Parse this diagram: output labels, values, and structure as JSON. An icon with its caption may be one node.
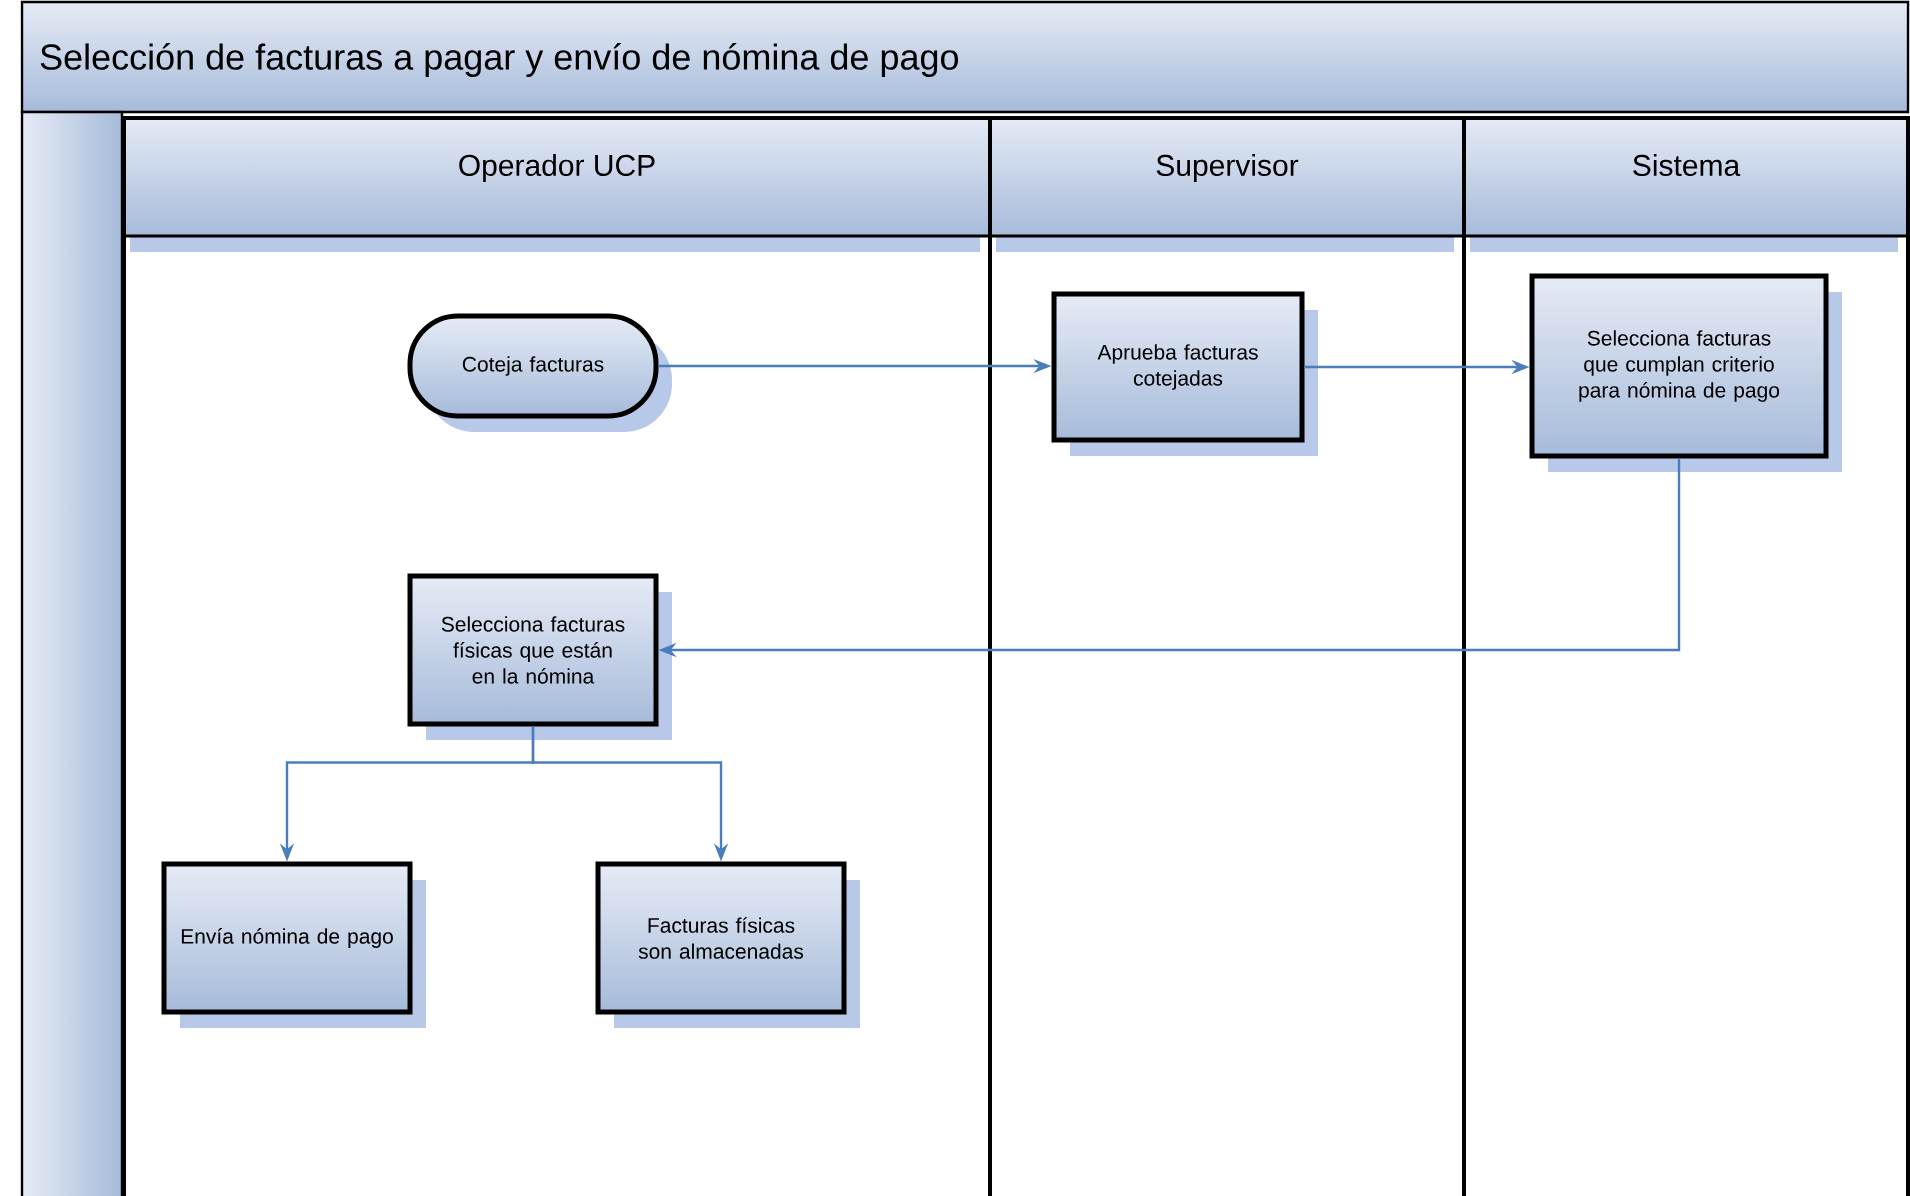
{
  "diagram": {
    "title": "Selección de facturas a pagar y envío de nómina de pago",
    "nodes": [
      {
        "text": [
          "Operador UCP"
        ]
      },
      {
        "text": [
          "Supervisor"
        ]
      },
      {
        "text": [
          "Sistema"
        ]
      },
      {
        "text": [
          "Coteja facturas"
        ],
        "in": 0
      },
      {
        "text": [
          "Aprueba facturas cotejadas"
        ],
        "in": 1
      },
      {
        "text": [
          "Selecciona facturas que cumplan criterio para nómina de pago"
        ],
        "in": 2
      },
      {
        "text": [
          "Selecciona facturas físicas que están en la nómina"
        ],
        "in": 0
      },
      {
        "text": [
          "Envía nómina de pago"
        ],
        "in": 0
      },
      {
        "text": [
          "Facturas físicas son almacenadas"
        ],
        "in": 0
      }
    ],
    "edges": [
      {
        "from": 3,
        "to": 4,
        "arrow": "to"
      },
      {
        "from": 4,
        "to": 5,
        "arrow": "to"
      },
      {
        "from": 5,
        "to": 6,
        "arrow": "to"
      },
      {
        "from": 6,
        "to": 7,
        "arrow": "to"
      },
      {
        "from": 6,
        "to": 8,
        "arrow": "to"
      }
    ]
  }
}
